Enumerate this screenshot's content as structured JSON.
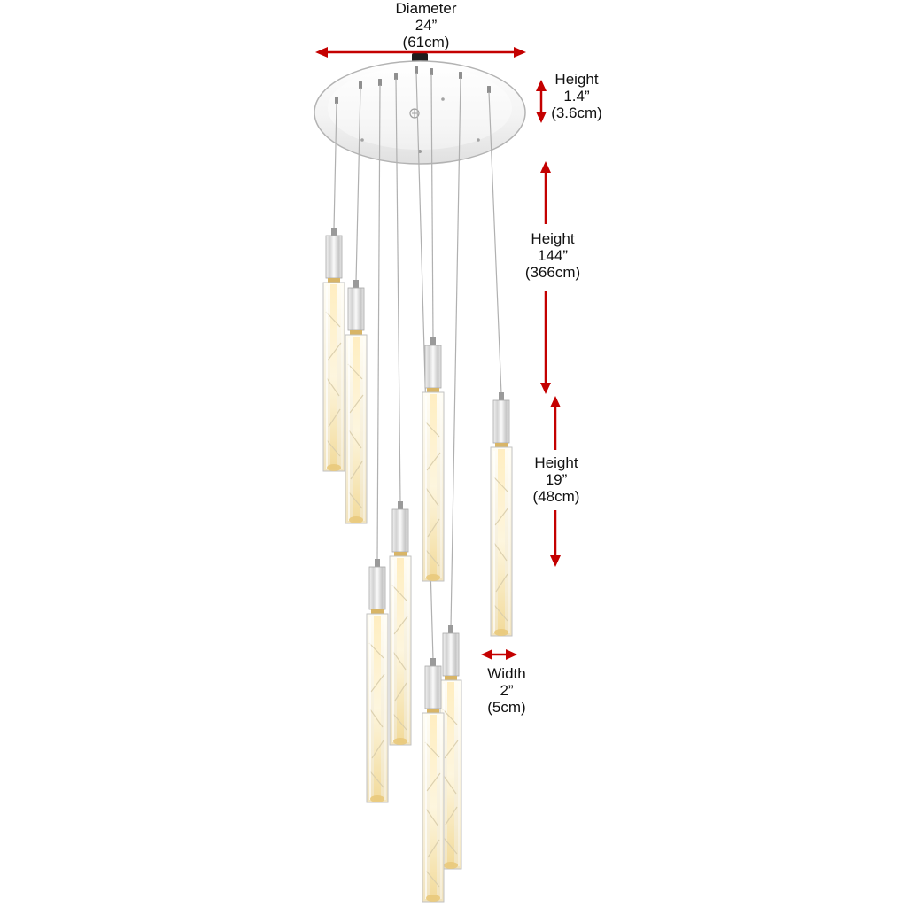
{
  "figure": {
    "background": "#ffffff",
    "arrow_color": "#c40000",
    "text_color": "#111111",
    "dimensions": {
      "diameter": {
        "name": "Diameter",
        "imperial": "24”",
        "metric": "(61cm)"
      },
      "canopy_height": {
        "name": "Height",
        "imperial": "1.4”",
        "metric": "(3.6cm)"
      },
      "drop_height": {
        "name": "Height",
        "imperial": "144”",
        "metric": "(366cm)"
      },
      "pendant_height": {
        "name": "Height",
        "imperial": "19”",
        "metric": "(48cm)"
      },
      "pendant_width": {
        "name": "Width",
        "imperial": "2”",
        "metric": "(5cm)"
      }
    }
  }
}
